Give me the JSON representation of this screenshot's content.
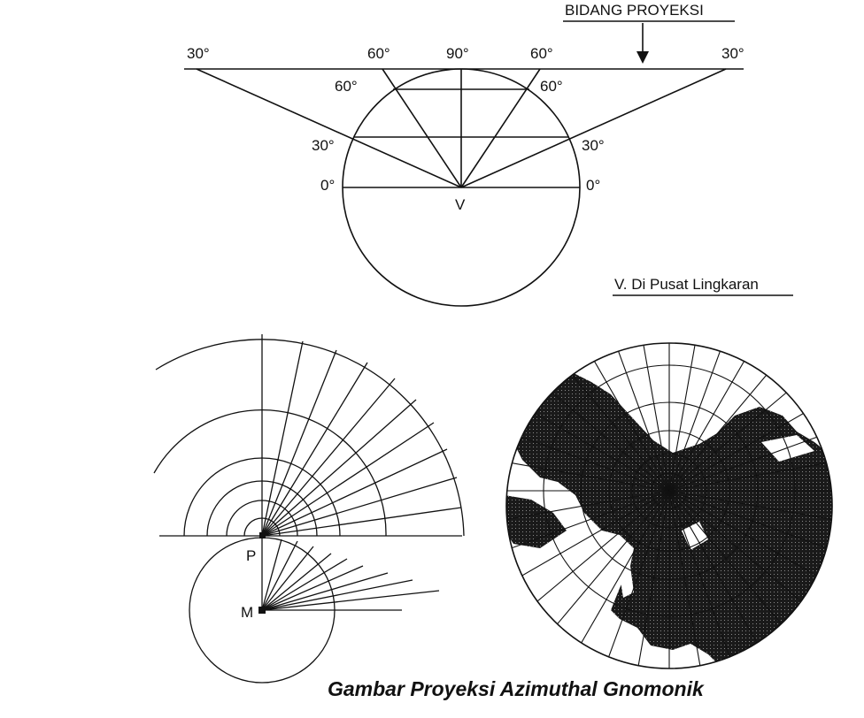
{
  "labels": {
    "projection_plane": "BIDANG PROYEKSI",
    "deg_30": "30°",
    "deg_60": "60°",
    "deg_90": "90°",
    "deg_0": "0°",
    "point_v": "V",
    "v_center_note": "V. Di Pusat Lingkaran",
    "point_p": "P",
    "point_m": "M"
  },
  "caption": "Gambar  Proyeksi Azimuthal Gnomonik",
  "colors": {
    "ink": "#111111",
    "map_land": "#1a1a1a"
  }
}
